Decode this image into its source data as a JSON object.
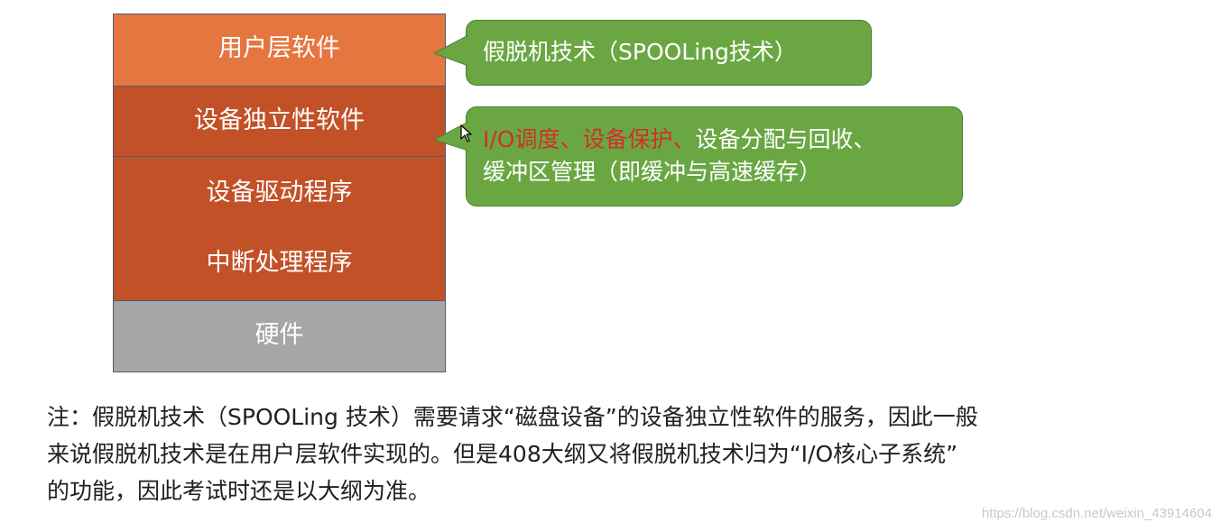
{
  "layers": {
    "user": "用户层软件",
    "device_independent": "设备独立性软件",
    "driver": "设备驱动程序",
    "interrupt": "中断处理程序",
    "hardware": "硬件"
  },
  "callouts": {
    "spooling": "假脱机技术（SPOOLing技术）",
    "independent_parts": {
      "io_scheduling": "I/O调度",
      "sep1": "、",
      "device_protection": "设备保护",
      "sep2": "、",
      "rest_line1": "设备分配与回收、",
      "line2": "缓冲区管理（即缓冲与高速缓存）"
    }
  },
  "note": {
    "line1": "注：假脱机技术（SPOOLing 技术）需要请求“磁盘设备”的设备独立性软件的服务，因此一般",
    "line2": "来说假脱机技术是在用户层软件实现的。但是408大纲又将假脱机技术归为“I/O核心子系统”",
    "line3": "的功能，因此考试时还是以大纲为准。"
  },
  "watermark": "https://blog.csdn.net/weixin_43914604",
  "colors": {
    "user_layer": "#e5763f",
    "kernel_layers": "#c25127",
    "hardware_layer": "#a6a6a6",
    "callout": "#6aa743",
    "highlight": "#d0302a"
  }
}
